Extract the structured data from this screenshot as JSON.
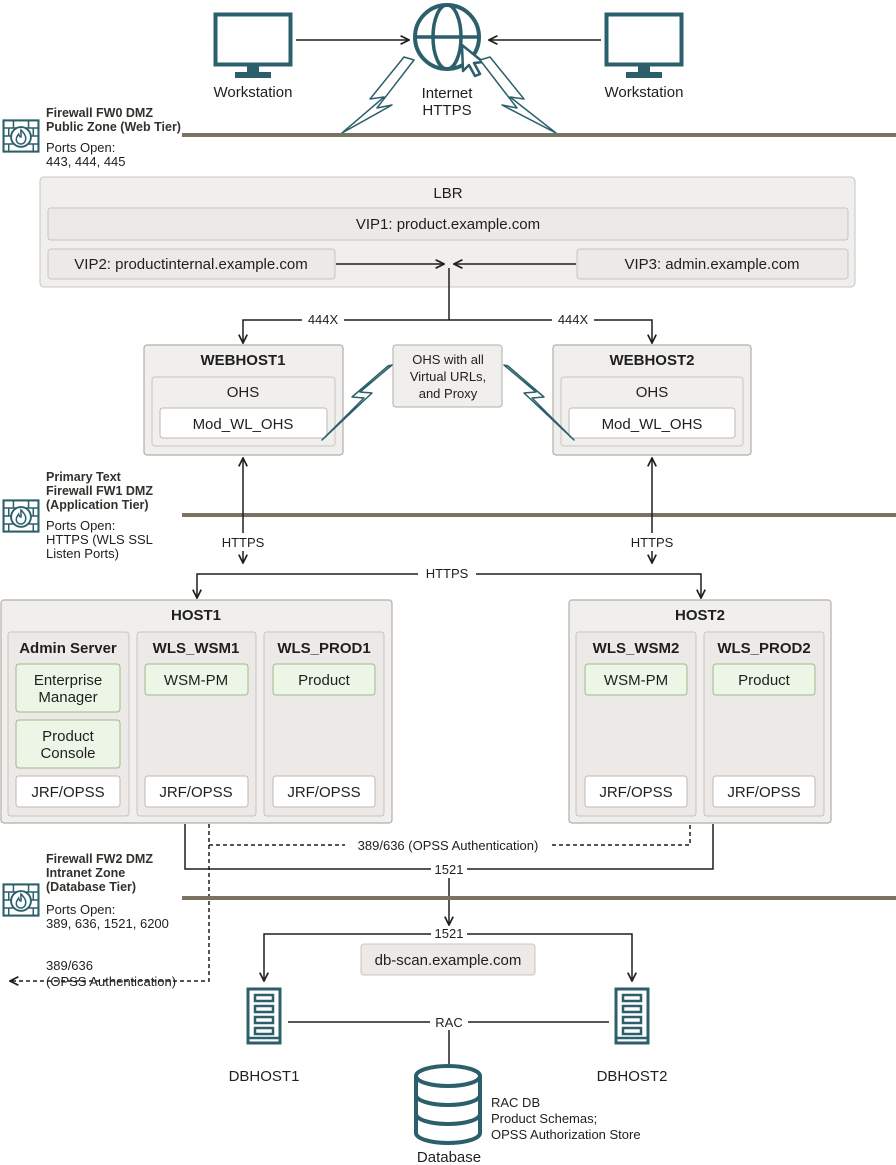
{
  "top": {
    "workstation_left": "Workstation",
    "workstation_right": "Workstation",
    "internet_line1": "Internet",
    "internet_line2": "HTTPS"
  },
  "firewalls": {
    "fw0": {
      "line1": "Firewall FW0 DMZ",
      "line2": "Public Zone (Web Tier)",
      "ports_label": "Ports Open:",
      "ports": "443, 444, 445"
    },
    "fw1": {
      "line0": "Primary Text",
      "line1": "Firewall FW1 DMZ",
      "line2": "(Application Tier)",
      "ports_label": "Ports Open:",
      "ports_line1": "HTTPS (WLS SSL",
      "ports_line2": "Listen Ports)"
    },
    "fw2": {
      "line1": "Firewall FW2 DMZ",
      "line2": "Intranet Zone",
      "line3": "(Database Tier)",
      "ports_label": "Ports Open:",
      "ports": "389, 636, 1521, 6200"
    }
  },
  "lbr": {
    "title": "LBR",
    "vip1": "VIP1: product.example.com",
    "vip2": "VIP2: productinternal.example.com",
    "vip3": "VIP3: admin.example.com"
  },
  "web_tier": {
    "port_left": "444X",
    "port_right": "444X",
    "callout_line1": "OHS with all",
    "callout_line2": "Virtual URLs,",
    "callout_line3": "and Proxy",
    "webhost1": {
      "title": "WEBHOST1",
      "ohs": "OHS",
      "module": "Mod_WL_OHS"
    },
    "webhost2": {
      "title": "WEBHOST2",
      "ohs": "OHS",
      "module": "Mod_WL_OHS"
    }
  },
  "app_tier": {
    "https_left": "HTTPS",
    "https_right": "HTTPS",
    "https_middle": "HTTPS",
    "host1": {
      "title": "HOST1",
      "admin": {
        "title": "Admin Server",
        "em_line1": "Enterprise",
        "em_line2": "Manager",
        "pc_line1": "Product",
        "pc_line2": "Console",
        "jrf": "JRF/OPSS"
      },
      "wsm": {
        "title": "WLS_WSM1",
        "component": "WSM-PM",
        "jrf": "JRF/OPSS"
      },
      "prod": {
        "title": "WLS_PROD1",
        "component": "Product",
        "jrf": "JRF/OPSS"
      }
    },
    "host2": {
      "title": "HOST2",
      "wsm": {
        "title": "WLS_WSM2",
        "component": "WSM-PM",
        "jrf": "JRF/OPSS"
      },
      "prod": {
        "title": "WLS_PROD2",
        "component": "Product",
        "jrf": "JRF/OPSS"
      }
    }
  },
  "db_tier": {
    "opss_auth": "389/636 (OPSS Authentication)",
    "port_1521_a": "1521",
    "port_1521_b": "1521",
    "scan": "db-scan.example.com",
    "ext_line1": "389/636",
    "ext_line2": "(OPSS Authentication)",
    "rac": "RAC",
    "dbhost1": "DBHOST1",
    "dbhost2": "DBHOST2",
    "database": "Database",
    "db_note_line1": "RAC DB",
    "db_note_line2": "Product Schemas;",
    "db_note_line3": "OPSS Authorization Store"
  },
  "colors": {
    "icon": "#2b5f6b",
    "firewall_line": "#7a7263",
    "green_box": "#edf6e6",
    "panel": "#f1efed"
  },
  "icons": [
    "monitor-icon",
    "globe-icon",
    "cursor-icon",
    "lightning-icon",
    "firewall-icon",
    "server-icon",
    "database-icon"
  ]
}
